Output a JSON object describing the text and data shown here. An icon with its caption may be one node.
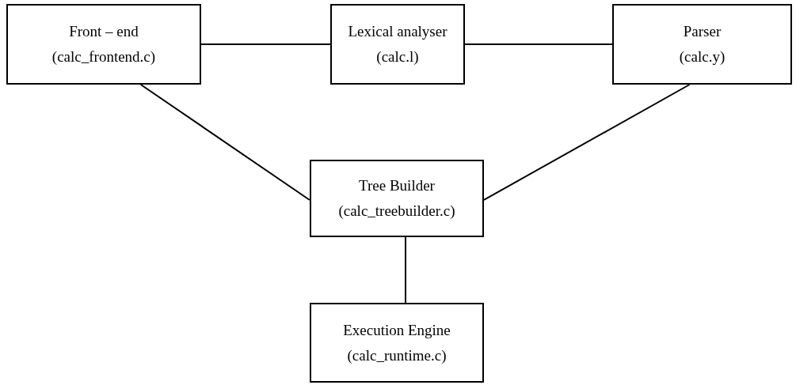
{
  "diagram": {
    "nodes": [
      {
        "text": [
          "Front – end",
          "(calc_frontend.c)"
        ]
      },
      {
        "text": [
          "Lexical analyser",
          "(calc.l)"
        ]
      },
      {
        "text": [
          "Parser",
          "(calc.y)"
        ]
      },
      {
        "text": [
          "Tree Builder",
          "(calc_treebuilder.c)"
        ]
      },
      {
        "text": [
          "Execution Engine",
          "(calc_runtime.c)"
        ]
      }
    ],
    "edges": [
      {
        "from": 0,
        "to": 1,
        "arrow": "none"
      },
      {
        "from": 1,
        "to": 2,
        "arrow": "none"
      },
      {
        "from": 0,
        "to": 3,
        "arrow": "none"
      },
      {
        "from": 2,
        "to": 3,
        "arrow": "none"
      },
      {
        "from": 3,
        "to": 4,
        "arrow": "none"
      }
    ]
  }
}
